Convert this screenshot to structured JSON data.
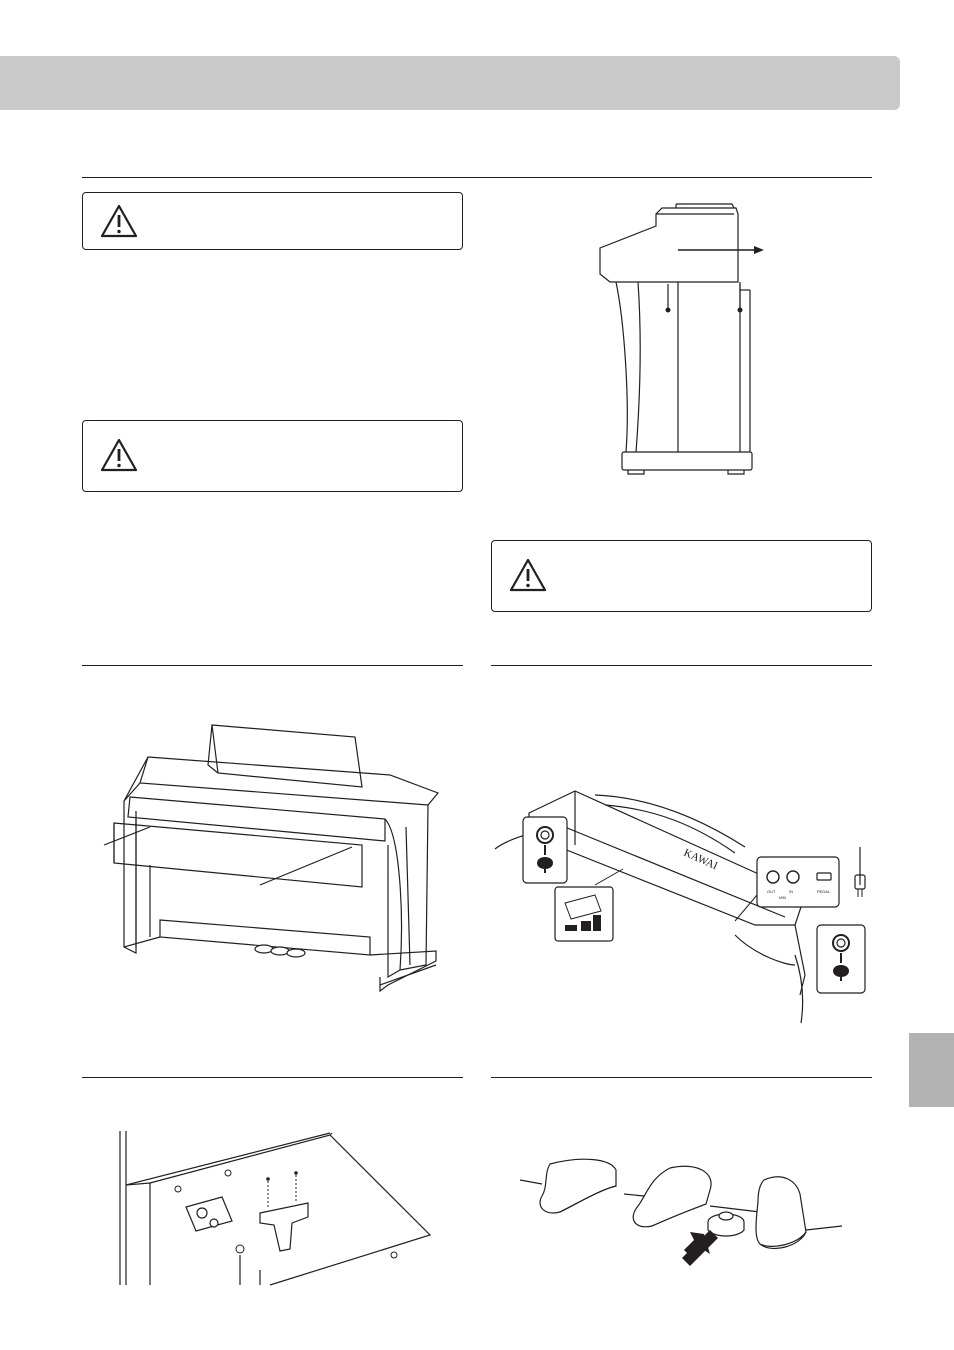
{
  "page": {
    "header_color": "#c9c9c9",
    "side_tab_color": "#b3b3b3"
  },
  "icons": {
    "warning": "warning-triangle-icon"
  },
  "figures": {
    "connector_panel_labels": [
      "OUT",
      "IN",
      "MIDI",
      "PEDAL"
    ],
    "brand_mark": "KAWAI"
  }
}
